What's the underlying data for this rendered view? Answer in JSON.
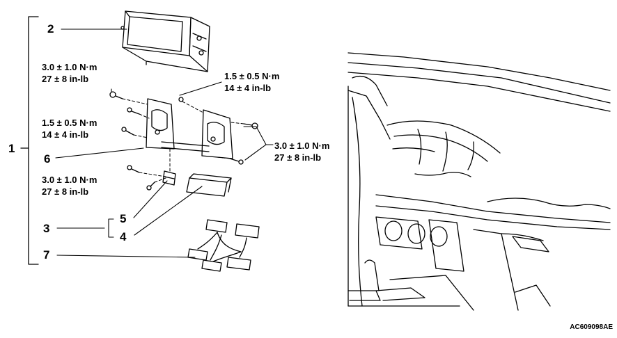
{
  "callouts": {
    "n1": "1",
    "n2": "2",
    "n3": "3",
    "n4": "4",
    "n5": "5",
    "n6": "6",
    "n7": "7"
  },
  "torques": {
    "top_left": {
      "nm": "3.0 ± 1.0 N·m",
      "inlb": "27 ± 8 in-lb"
    },
    "mid_left": {
      "nm": "1.5 ± 0.5 N·m",
      "inlb": "14 ± 4 in-lb"
    },
    "low_left": {
      "nm": "3.0 ± 1.0 N·m",
      "inlb": "27 ± 8 in-lb"
    },
    "top_center": {
      "nm": "1.5 ± 0.5 N·m",
      "inlb": "14 ± 4 in-lb"
    },
    "right": {
      "nm": "3.0 ± 1.0 N·m",
      "inlb": "27 ± 8 in-lb"
    }
  },
  "figure_code": "AC609098AE",
  "colors": {
    "ink": "#000000",
    "paper": "#ffffff"
  }
}
